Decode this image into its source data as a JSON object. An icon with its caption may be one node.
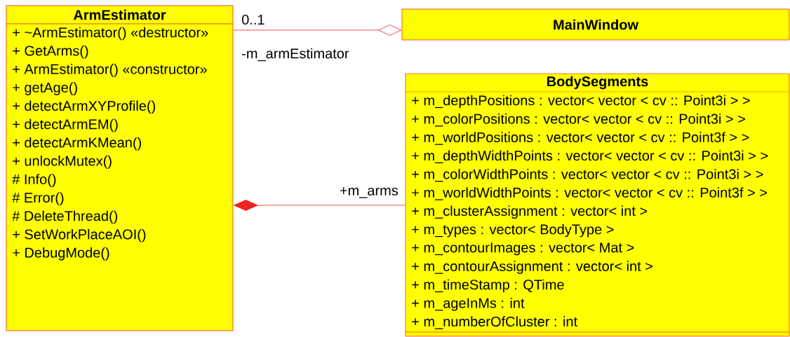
{
  "diagram": {
    "nodes": [
      {
        "text": [
          "ArmEstimator",
          "+ ~ArmEstimator() «destructor»",
          "+ GetArms()",
          "+ ArmEstimator() «constructor»",
          "+ getAge()",
          "+ detectArmXYProfile()",
          "+ detectArmEM()",
          "+ detectArmKMean()",
          "+ unlockMutex()",
          "# Info()",
          "# Error()",
          "# DeleteThread()",
          "+ SetWorkPlaceAOI()",
          "+ DebugMode()"
        ]
      },
      {
        "text": [
          "MainWindow"
        ]
      },
      {
        "text": [
          "BodySegments",
          "+ m_depthPositions : vector< vector < cv :: Point3i > >",
          "+ m_colorPositions : vector< vector < cv :: Point3i > >",
          "+ m_worldPositions : vector< vector < cv :: Point3f > >",
          "+ m_depthWidthPoints : vector< vector < cv :: Point3i > >",
          "+ m_colorWidthPoints : vector< vector < cv :: Point3i > >",
          "+ m_worldWidthPoints : vector< vector < cv :: Point3f > >",
          "+ m_clusterAssignment : vector< int >",
          "+ m_types : vector< BodyType >",
          "+ m_contourImages : vector< Mat >",
          "+ m_contourAssignment : vector< int >",
          "+ m_timeStamp : QTime",
          "+ m_ageInMs : int",
          "+ m_numberOfCluster : int"
        ]
      }
    ],
    "edges": [
      {
        "from": 0,
        "to": 1,
        "arrow": "other",
        "label": "-m_armEstimator"
      },
      {
        "from": 2,
        "to": 0,
        "arrow": "other",
        "label": "+m_arms"
      }
    ],
    "labels": [
      "0..1"
    ]
  }
}
